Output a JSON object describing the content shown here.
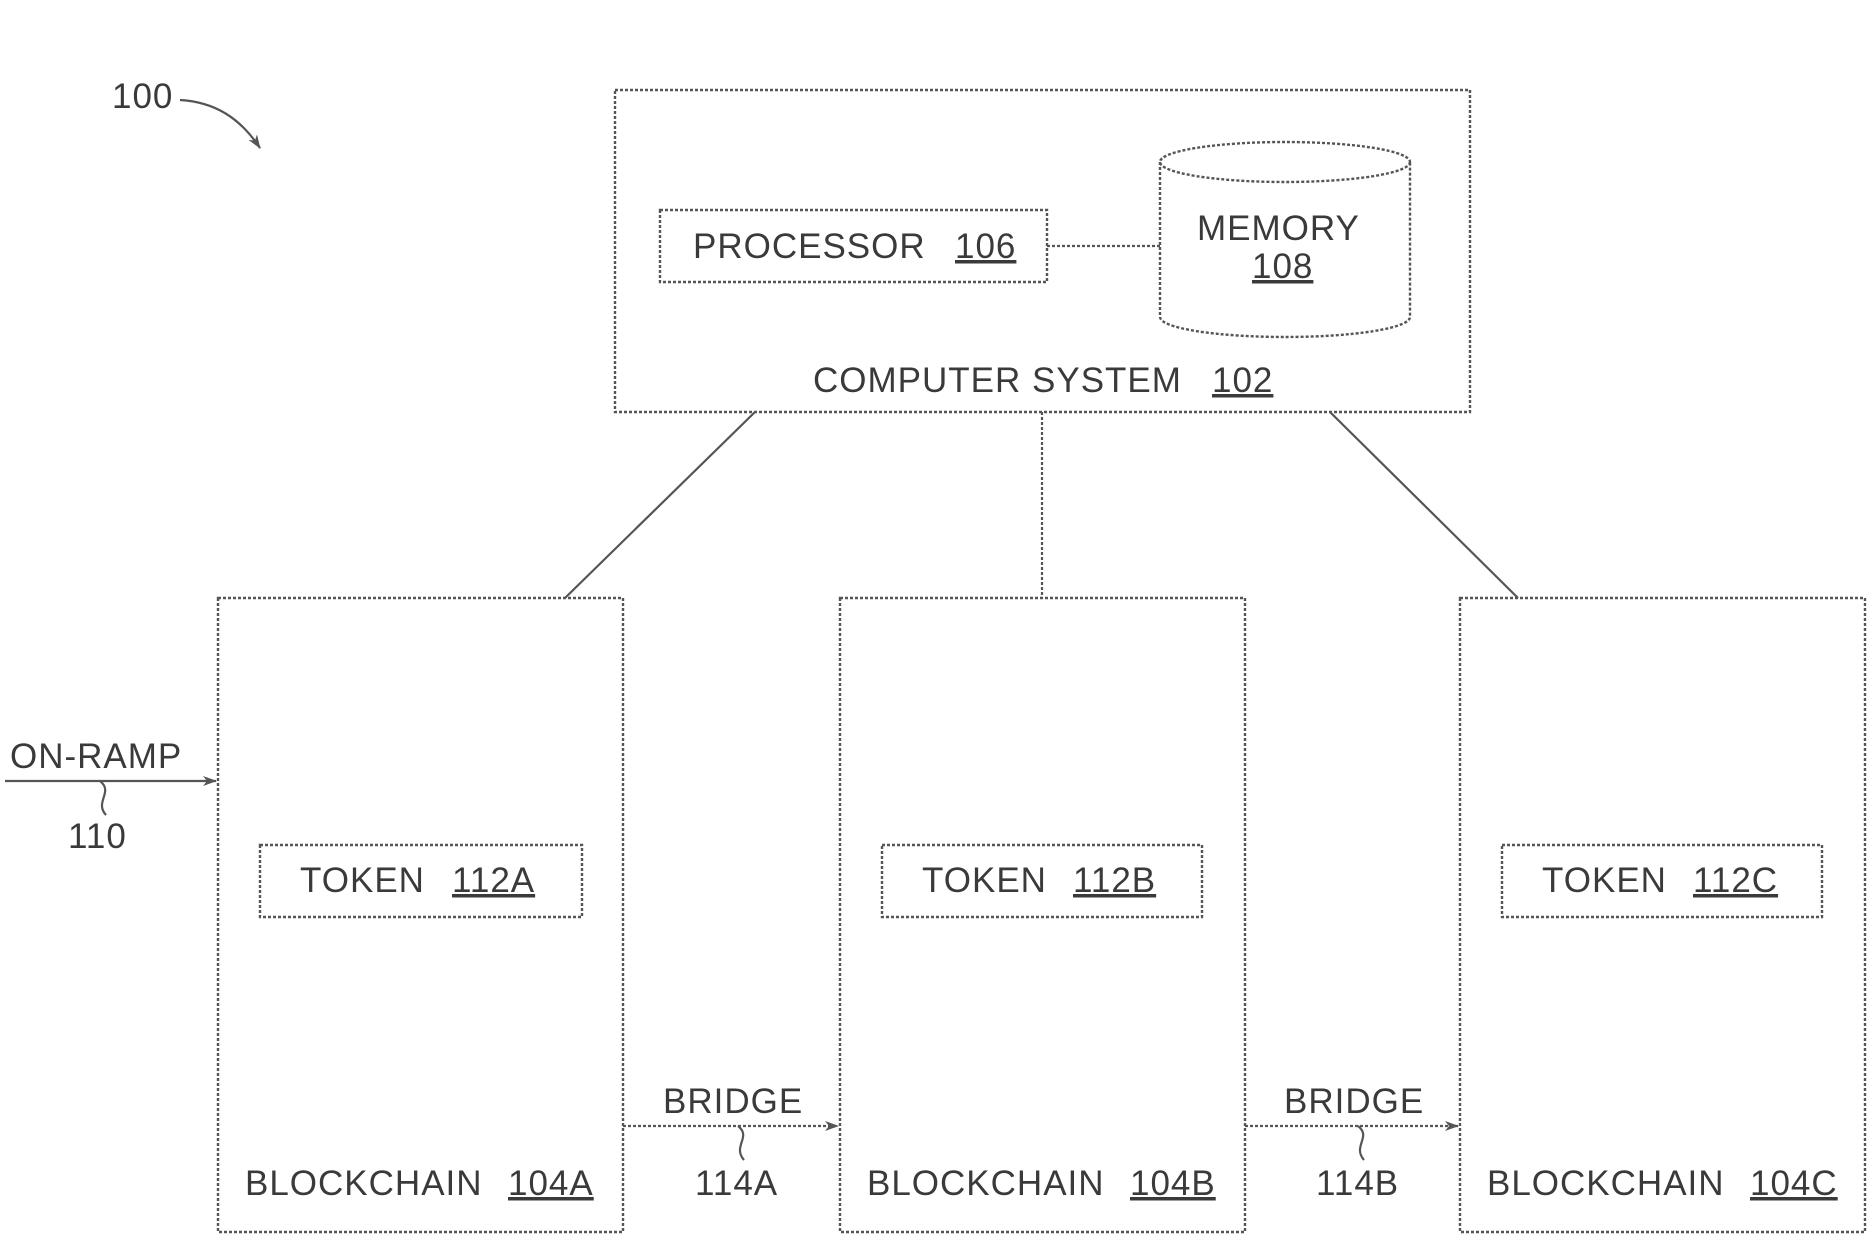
{
  "figure": {
    "ref": "100"
  },
  "computer_system": {
    "label": "COMPUTER SYSTEM",
    "ref": "102"
  },
  "processor": {
    "label": "PROCESSOR",
    "ref": "106"
  },
  "memory": {
    "label": "MEMORY",
    "ref": "108"
  },
  "on_ramp": {
    "label": "ON-RAMP",
    "ref": "110"
  },
  "blockchains": [
    {
      "label": "BLOCKCHAIN",
      "ref": "104A",
      "token_label": "TOKEN",
      "token_ref": "112A"
    },
    {
      "label": "BLOCKCHAIN",
      "ref": "104B",
      "token_label": "TOKEN",
      "token_ref": "112B"
    },
    {
      "label": "BLOCKCHAIN",
      "ref": "104C",
      "token_label": "TOKEN",
      "token_ref": "112C"
    }
  ],
  "bridges": [
    {
      "label": "BRIDGE",
      "ref": "114A"
    },
    {
      "label": "BRIDGE",
      "ref": "114B"
    }
  ]
}
